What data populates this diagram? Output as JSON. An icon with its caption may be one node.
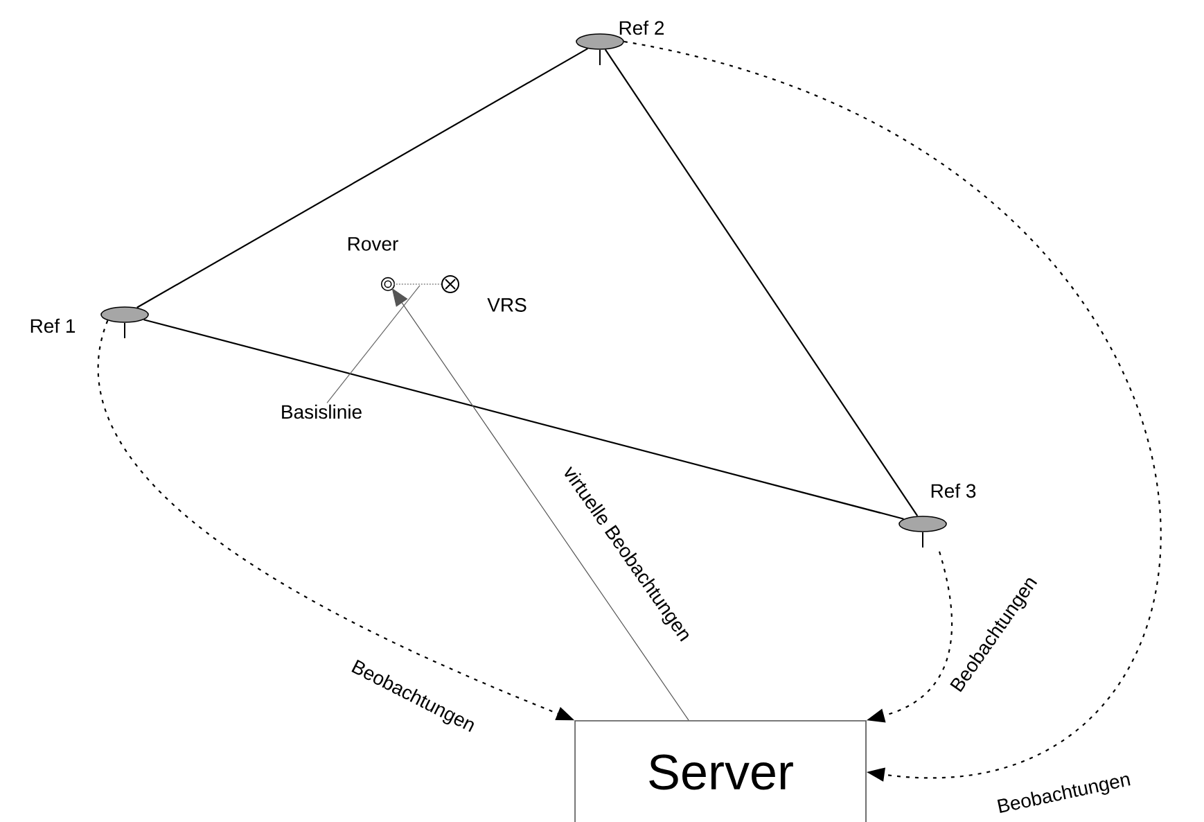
{
  "diagram": {
    "nodes": [
      {
        "text": [
          "Ref 1"
        ]
      },
      {
        "text": [
          "Ref 2"
        ]
      },
      {
        "text": [
          "Ref 3"
        ]
      },
      {
        "text": [
          "Rover"
        ]
      },
      {
        "text": [
          "VRS"
        ]
      },
      {
        "text": [
          "Server"
        ]
      },
      {
        "text": [
          "Basislinie"
        ]
      }
    ],
    "edges": [
      {
        "from": 0,
        "to": 1,
        "arrow": "none"
      },
      {
        "from": 1,
        "to": 2,
        "arrow": "none"
      },
      {
        "from": 0,
        "to": 2,
        "arrow": "none"
      },
      {
        "from": 3,
        "to": 4,
        "arrow": "none",
        "style": "dashed",
        "color": "#888888"
      },
      {
        "from": 5,
        "to": 3,
        "arrow": "to",
        "label": "virtuelle Beobachtungen",
        "color": "#555555"
      },
      {
        "from": 0,
        "to": 5,
        "arrow": "to",
        "label": "Beobachtungen",
        "style": "dashed"
      },
      {
        "from": 2,
        "to": 5,
        "arrow": "to",
        "label": "Beobachtungen",
        "style": "dashed"
      },
      {
        "from": 1,
        "to": 5,
        "arrow": "to",
        "label": "Beobachtungen",
        "style": "dashed"
      },
      {
        "from": 6,
        "to": null,
        "arrow": "none",
        "color": "#666666"
      }
    ]
  }
}
